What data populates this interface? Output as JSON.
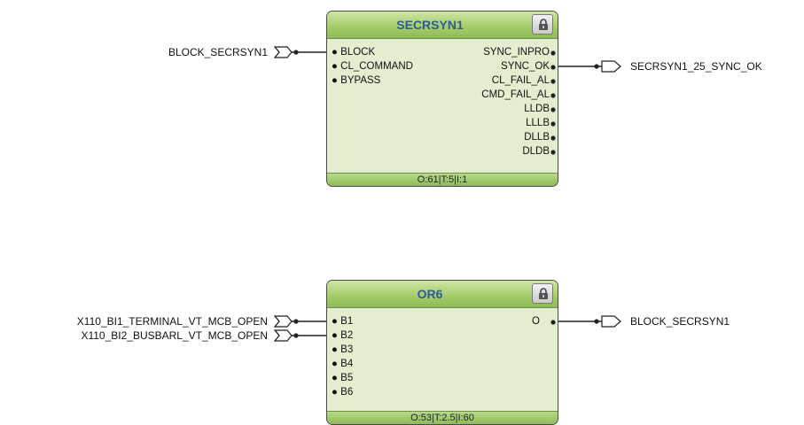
{
  "blocks": [
    {
      "title": "SECRSYN1",
      "inputs": [
        "BLOCK",
        "CL_COMMAND",
        "BYPASS"
      ],
      "outputs": [
        "SYNC_INPRO",
        "SYNC_OK",
        "CL_FAIL_AL",
        "CMD_FAIL_AL",
        "LLDB",
        "LLLB",
        "DLLB",
        "DLDB"
      ],
      "footer": "O:61|T:5|I:1",
      "lock_icon": "padlock-icon"
    },
    {
      "title": "OR6",
      "inputs": [
        "B1",
        "B2",
        "B3",
        "B4",
        "B5",
        "B6"
      ],
      "outputs": [
        "O"
      ],
      "footer": "O:53|T:2.5|I:60",
      "lock_icon": "padlock-icon"
    }
  ],
  "signals": {
    "block_secrsyn1_in": "BLOCK_SECRSYN1",
    "secrsyn1_sync_ok_out": "SECRSYN1_25_SYNC_OK",
    "x110_bi1_in": "X110_BI1_TERMINAL_VT_MCB_OPEN",
    "x110_bi2_in": "X110_BI2_BUSBARL_VT_MCB_OPEN",
    "block_secrsyn1_out": "BLOCK_SECRSYN1"
  },
  "colors": {
    "block_body": "#e3eed0",
    "block_header": "#a7cd6c",
    "title_text": "#2d5a99"
  }
}
